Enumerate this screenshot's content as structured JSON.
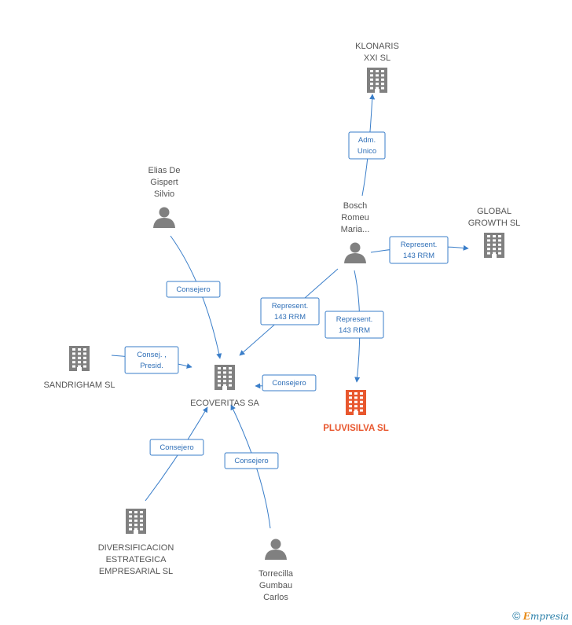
{
  "colors": {
    "edge": "#3a7ec9",
    "node_company": "#808080",
    "node_person": "#808080",
    "node_main": "#e8572e"
  },
  "nodes": [
    {
      "id": "klonaris",
      "kind": "company",
      "lines": [
        "KLONARIS",
        "XXI  SL"
      ]
    },
    {
      "id": "elias",
      "kind": "person",
      "lines": [
        "Elias De",
        "Gispert",
        "Silvio"
      ]
    },
    {
      "id": "bosch",
      "kind": "person",
      "lines": [
        "Bosch",
        "Romeu",
        "Maria..."
      ]
    },
    {
      "id": "global",
      "kind": "company",
      "lines": [
        "GLOBAL",
        "GROWTH  SL"
      ]
    },
    {
      "id": "sandrigham",
      "kind": "company",
      "lines": [
        "SANDRIGHAM SL"
      ]
    },
    {
      "id": "ecoveritas",
      "kind": "company",
      "lines": [
        "ECOVERITAS SA"
      ]
    },
    {
      "id": "pluvisilva",
      "kind": "main",
      "lines": [
        "PLUVISILVA SL"
      ]
    },
    {
      "id": "diversificacion",
      "kind": "company",
      "lines": [
        "DIVERSIFICACION",
        "ESTRATEGICA",
        "EMPRESARIAL SL"
      ]
    },
    {
      "id": "torrecilla",
      "kind": "person",
      "lines": [
        "Torrecilla",
        "Gumbau",
        "Carlos"
      ]
    }
  ],
  "edges": [
    {
      "from": "bosch",
      "to": "klonaris",
      "lines": [
        "Adm.",
        "Unico"
      ]
    },
    {
      "from": "bosch",
      "to": "global",
      "lines": [
        "Represent.",
        "143 RRM"
      ]
    },
    {
      "from": "bosch",
      "to": "ecoveritas",
      "lines": [
        "Represent.",
        "143 RRM"
      ]
    },
    {
      "from": "bosch",
      "to": "pluvisilva",
      "lines": [
        "Represent.",
        "143 RRM"
      ]
    },
    {
      "from": "elias",
      "to": "ecoveritas",
      "lines": [
        "Consejero"
      ]
    },
    {
      "from": "sandrigham",
      "to": "ecoveritas",
      "lines": [
        "Consej. ,",
        "Presid."
      ]
    },
    {
      "from": "pluvisilva",
      "to": "ecoveritas",
      "lines": [
        "Consejero"
      ]
    },
    {
      "from": "diversificacion",
      "to": "ecoveritas",
      "lines": [
        "Consejero"
      ]
    },
    {
      "from": "torrecilla",
      "to": "ecoveritas",
      "lines": [
        "Consejero"
      ]
    }
  ],
  "footer": {
    "copyright": "©",
    "brand_initial": "E",
    "brand_rest": "mpresia"
  }
}
